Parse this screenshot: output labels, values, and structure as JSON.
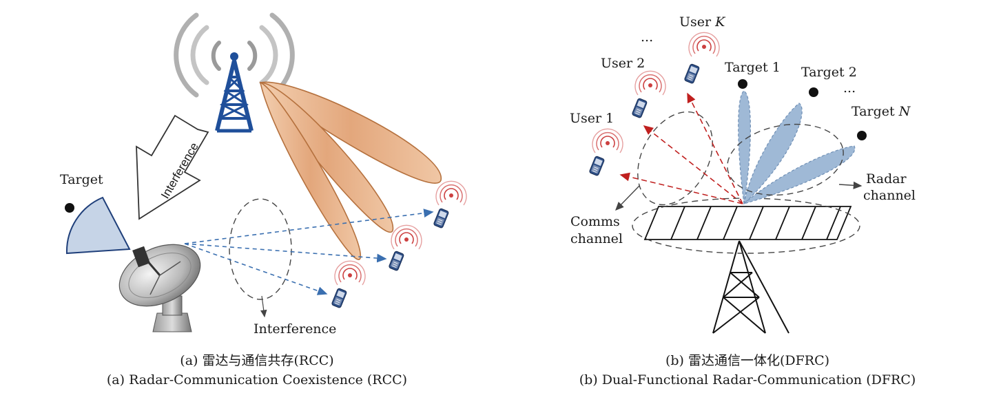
{
  "rcc": {
    "target_label": "Target",
    "interference_arrow_label": "Interference",
    "interference_label": "Interference",
    "caption_cn": "(a) 雷达与通信共存(RCC)",
    "caption_en": "(a) Radar-Communication Coexistence (RCC)"
  },
  "dfrc": {
    "users": [
      {
        "prefix": "User ",
        "index": "1"
      },
      {
        "prefix": "User ",
        "index": "2"
      },
      {
        "prefix": "User ",
        "index": "K"
      }
    ],
    "user_ellipsis": "...",
    "targets": [
      {
        "prefix": "Target ",
        "index": "1"
      },
      {
        "prefix": "Target ",
        "index": "2"
      },
      {
        "prefix": "Target ",
        "index": "N"
      }
    ],
    "target_ellipsis": "...",
    "comms_channel": [
      "Comms",
      "channel"
    ],
    "radar_channel": [
      "Radar",
      "channel"
    ],
    "caption_cn": "(b) 雷达通信一体化(DFRC)",
    "caption_en": "(b) Dual-Functional Radar-Communication (DFRC)"
  },
  "colors": {
    "beam_fill": "#e8b48f",
    "beam_stroke": "#b5713e",
    "radar_beam_fill": "#9fb9d6",
    "sector_fill": "#c6d4e7",
    "sector_stroke": "#1f3f7a",
    "tower_blue": "#1f4f9a",
    "blue_dashed": "#3a6fb0",
    "red_dashed": "#c0201f",
    "wave_red": "#cc4040"
  }
}
